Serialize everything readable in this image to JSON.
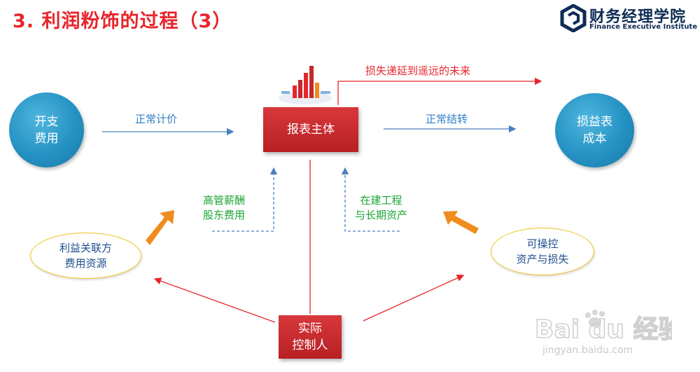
{
  "title": "3. 利润粉饰的过程（3）",
  "logo": {
    "name_cn": "财务经理学院",
    "name_en": "Finance Executive Institute"
  },
  "nodes": {
    "expense": [
      "开支",
      "费用"
    ],
    "entity": "报表主体",
    "income_cost": [
      "损益表",
      "成本"
    ],
    "related_party": [
      "利益关联方",
      "费用资源"
    ],
    "manipulable": [
      "可操控",
      "资产与损失"
    ],
    "controller": [
      "实际",
      "控制人"
    ]
  },
  "labels": {
    "normal_pricing": "正常计价",
    "normal_transfer": "正常结转",
    "defer_loss": "损失递延到遥远的未来",
    "exec_pay": [
      "高管薪酬",
      "股东费用"
    ],
    "construction": [
      "在建工程",
      "与长期资产"
    ]
  },
  "watermark": {
    "brand": "Bai du 经验",
    "url": "jingyan.baidu.com"
  },
  "colors": {
    "title": "#e8252b",
    "node_circle": "#2592c4",
    "entity_box": "#c8282c",
    "flow_blue": "#4a7fc1",
    "control_red": "#e8252b",
    "orange_arrow": "#f08c1e",
    "ellipse_border": "#f0c419",
    "label_green": "#1aa533"
  }
}
